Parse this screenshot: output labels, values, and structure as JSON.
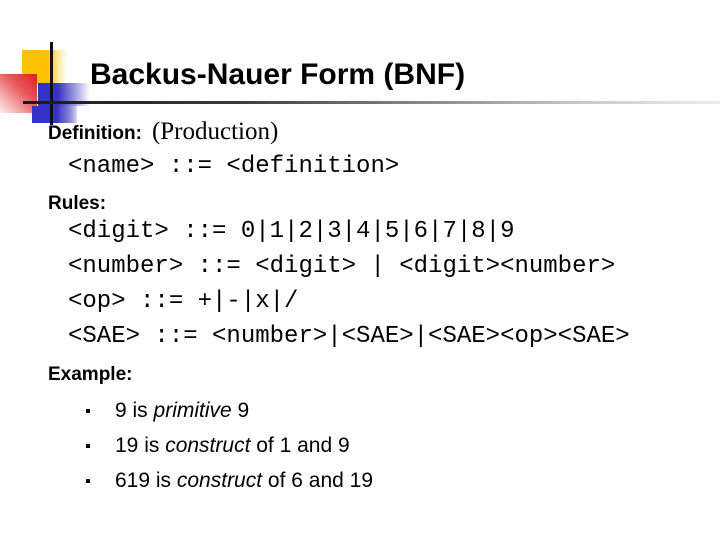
{
  "slide": {
    "title": "Backus-Nauer Form (BNF)"
  },
  "definition": {
    "label": "Definition:",
    "note": "(Production)",
    "rule": "<name> ::= <definition>"
  },
  "rules": {
    "label": "Rules:",
    "lines": [
      "<digit> ::= 0|1|2|3|4|5|6|7|8|9",
      "<number> ::= <digit> | <digit><number>",
      "<op> ::= +|-|x|/",
      "<SAE> ::= <number>|<SAE>|<SAE><op><SAE>"
    ]
  },
  "example": {
    "label": "Example:",
    "items": [
      {
        "pre": "9 is ",
        "em": "primitive",
        "post": " 9"
      },
      {
        "pre": "19 is ",
        "em": "construct",
        "post": " of 1 and 9"
      },
      {
        "pre": "619 is ",
        "em": "construct",
        "post": " of 6 and 19"
      }
    ]
  },
  "colors": {
    "background": "#FFFFFF",
    "text": "#000000",
    "accent_yellow": "#FEC106",
    "accent_blue": "#3533C5",
    "accent_red": "#DE1F26",
    "underline_dark": "#1A1A1A",
    "underline_light": "#EDEDED"
  }
}
